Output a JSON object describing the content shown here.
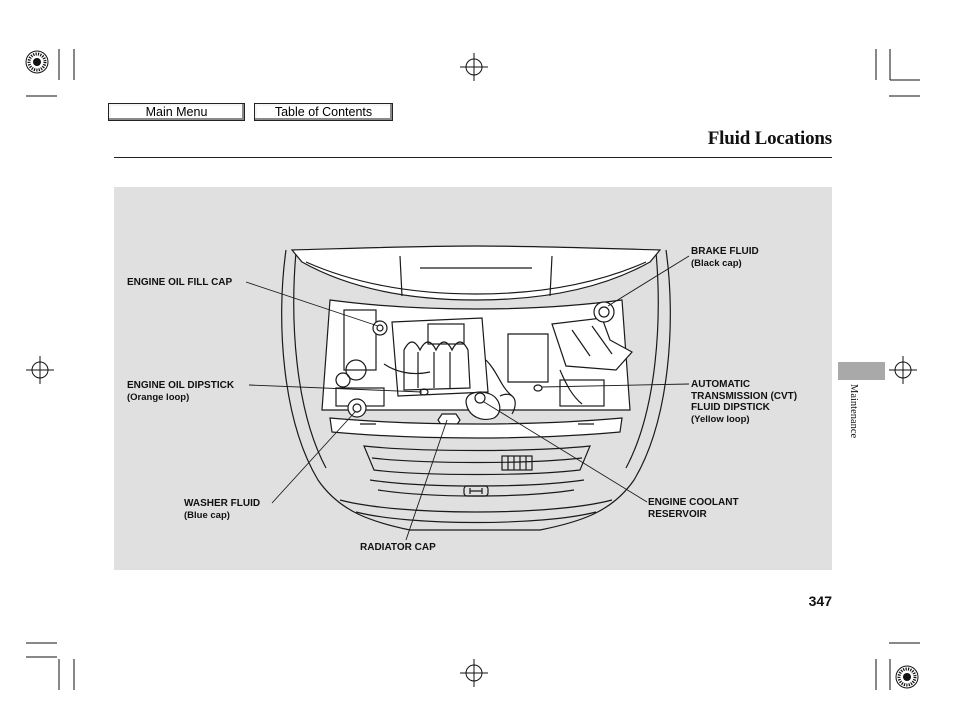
{
  "nav": {
    "main_menu": "Main Menu",
    "table_of_contents": "Table of Contents"
  },
  "page": {
    "title": "Fluid Locations",
    "section": "Maintenance",
    "number": "347"
  },
  "figure": {
    "labels": {
      "engine_oil_fill_cap": "ENGINE OIL FILL CAP",
      "engine_oil_dipstick": "ENGINE OIL DIPSTICK",
      "engine_oil_dipstick_note": "(Orange loop)",
      "washer_fluid": "WASHER FLUID",
      "washer_fluid_note": "(Blue cap)",
      "radiator_cap": "RADIATOR CAP",
      "brake_fluid": "BRAKE FLUID",
      "brake_fluid_note": "(Black cap)",
      "at_line1": "AUTOMATIC",
      "at_line2": "TRANSMISSION (CVT)",
      "at_line3": "FLUID DIPSTICK",
      "at_note": "(Yellow loop)",
      "coolant_line1": "ENGINE COOLANT",
      "coolant_line2": "RESERVOIR"
    }
  },
  "colors": {
    "panel": "#e0e0e0",
    "section_tab": "#a9a9a9",
    "ink": "#111111"
  }
}
